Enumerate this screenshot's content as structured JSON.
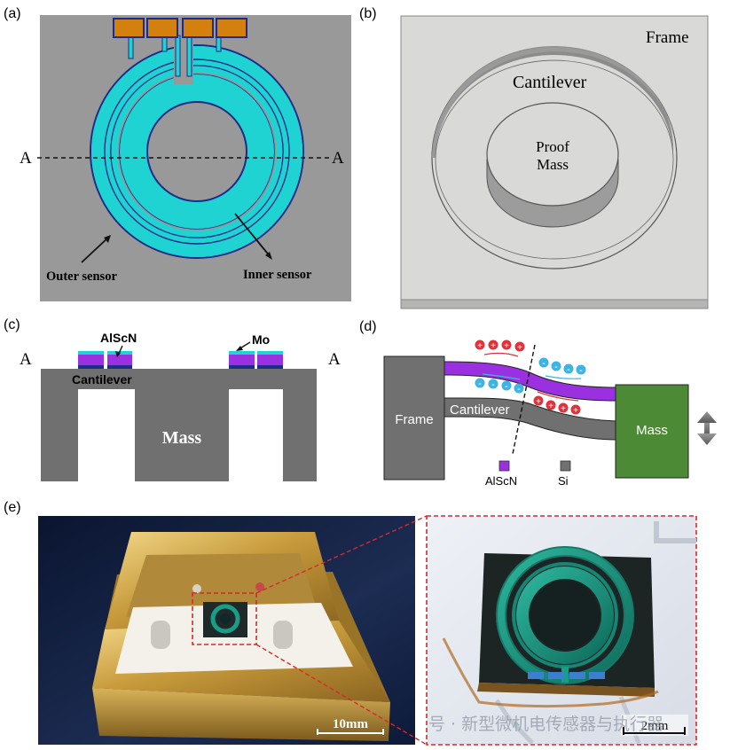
{
  "panels": {
    "a": {
      "tag": "(a)",
      "section_left": "A",
      "section_right": "A",
      "outer_sensor": "Outer sensor",
      "inner_sensor": "Inner sensor"
    },
    "b": {
      "tag": "(b)",
      "frame": "Frame",
      "cantilever": "Cantilever",
      "proof_line1": "Proof",
      "proof_line2": "Mass"
    },
    "c": {
      "tag": "(c)",
      "section_left": "A",
      "section_right": "A",
      "alscn": "AlScN",
      "mo": "Mo",
      "cantilever": "Cantilever",
      "mass": "Mass"
    },
    "d": {
      "tag": "(d)",
      "frame": "Frame",
      "cantilever": "Cantilever",
      "mass": "Mass",
      "legend_alscn": "AlScN",
      "legend_si": "Si",
      "plus": "+",
      "minus": "-"
    },
    "e": {
      "tag": "(e)",
      "scale_left": "10mm",
      "scale_right": "2mm",
      "watermark": "号 · 新型微机电传感器与执行器"
    }
  },
  "colors": {
    "gray_bg": "#999999",
    "cyan": "#1fd3d3",
    "navy": "#1a2d8a",
    "pad_orange": "#d4800f",
    "frame_gray": "#d9d9d7",
    "struct_gray": "#707070",
    "alscn_purple": "#9b30e0",
    "mass_green": "#4d8a36",
    "plus_red": "#e0323a",
    "minus_blue": "#3fb3e3"
  }
}
